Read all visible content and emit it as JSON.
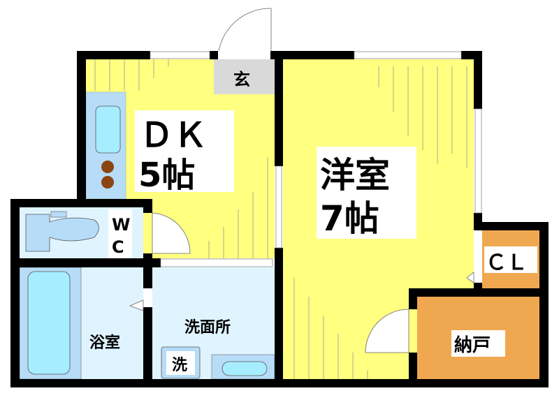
{
  "rooms": {
    "dk": {
      "name": "ＤＫ",
      "size": "5帖"
    },
    "western": {
      "name": "洋室",
      "size": "7帖"
    },
    "entrance": {
      "name": "玄"
    },
    "wc_w": "W",
    "wc_c": "C",
    "bath": {
      "name": "浴室"
    },
    "washroom": {
      "name": "洗面所"
    },
    "washer": {
      "name": "洗"
    },
    "closet": {
      "name": "ＣＬ"
    },
    "storage": {
      "name": "納戸"
    }
  },
  "colors": {
    "wall": "#000000",
    "floor_yellow": "#ffff80",
    "wet_blue": "#dff4ff",
    "fixture_blue": "#b7dcf7",
    "fixture_cyan": "#a6edff",
    "storage_orange": "#f0a850",
    "entrance_gray": "#d9d9d9",
    "stove_brown": "#8b4513"
  }
}
